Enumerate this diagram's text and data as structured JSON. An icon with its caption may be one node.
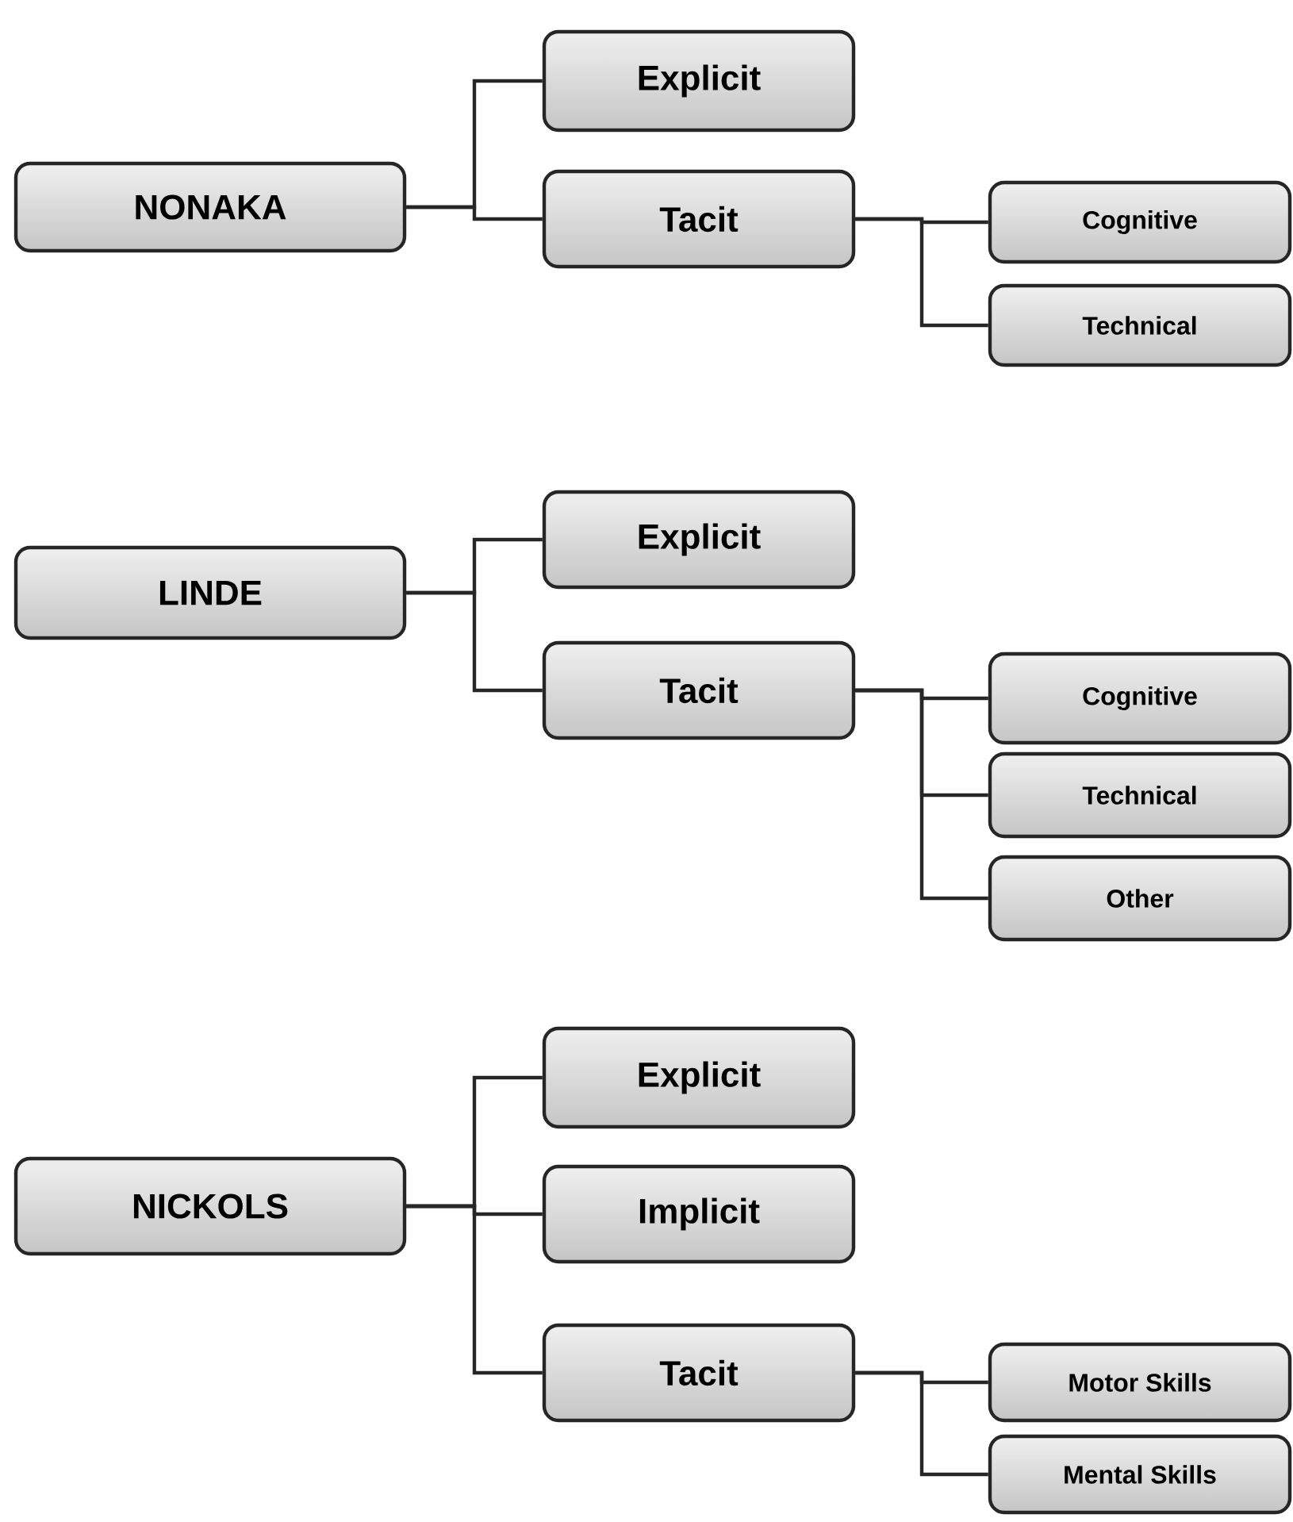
{
  "diagram": {
    "nodes": [
      {
        "text": [
          "NONAKA"
        ]
      },
      {
        "text": [
          "Explicit"
        ]
      },
      {
        "text": [
          "Tacit"
        ]
      },
      {
        "text": [
          "Cognitive"
        ]
      },
      {
        "text": [
          "Technical"
        ]
      },
      {
        "text": [
          "LINDE"
        ]
      },
      {
        "text": [
          "Explicit"
        ]
      },
      {
        "text": [
          "Tacit"
        ]
      },
      {
        "text": [
          "Cognitive"
        ]
      },
      {
        "text": [
          "Technical"
        ]
      },
      {
        "text": [
          "Other"
        ]
      },
      {
        "text": [
          "NICKOLS"
        ]
      },
      {
        "text": [
          "Explicit"
        ]
      },
      {
        "text": [
          "Implicit"
        ]
      },
      {
        "text": [
          "Tacit"
        ]
      },
      {
        "text": [
          "Motor Skills"
        ]
      },
      {
        "text": [
          "Mental Skills"
        ]
      }
    ],
    "edges": [
      {
        "from": 0,
        "to": 1,
        "arrow": "none"
      },
      {
        "from": 0,
        "to": 2,
        "arrow": "none"
      },
      {
        "from": 2,
        "to": 3,
        "arrow": "none"
      },
      {
        "from": 2,
        "to": 4,
        "arrow": "none"
      },
      {
        "from": 5,
        "to": 6,
        "arrow": "none"
      },
      {
        "from": 5,
        "to": 7,
        "arrow": "none"
      },
      {
        "from": 7,
        "to": 8,
        "arrow": "none"
      },
      {
        "from": 7,
        "to": 9,
        "arrow": "none"
      },
      {
        "from": 7,
        "to": 10,
        "arrow": "none"
      },
      {
        "from": 11,
        "to": 12,
        "arrow": "none"
      },
      {
        "from": 11,
        "to": 13,
        "arrow": "none"
      },
      {
        "from": 11,
        "to": 14,
        "arrow": "none"
      },
      {
        "from": 14,
        "to": 15,
        "arrow": "none"
      },
      {
        "from": 14,
        "to": 16,
        "arrow": "none"
      }
    ]
  }
}
